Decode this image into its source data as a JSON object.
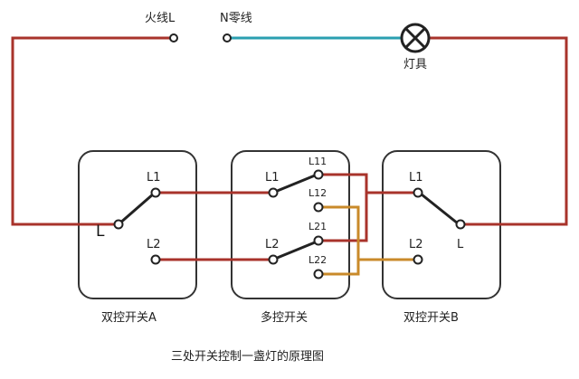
{
  "labels": {
    "live_wire": "火线L",
    "neutral_wire": "N零线",
    "lamp": "灯具",
    "caption": "三处开关控制一盏灯的原理图"
  },
  "switch_a": {
    "name": "双控开关A",
    "common": "L",
    "t1": "L1",
    "t2": "L2"
  },
  "switch_multi": {
    "name": "多控开关",
    "t1": "L1",
    "t2": "L2",
    "t11": "L11",
    "t12": "L12",
    "t21": "L21",
    "t22": "L22"
  },
  "switch_b": {
    "name": "双控开关B",
    "common": "L",
    "t1": "L1",
    "t2": "L2"
  },
  "colors": {
    "live": "#a8332b",
    "neutral": "#2a9fb0",
    "traveler": "#c98a2a"
  }
}
